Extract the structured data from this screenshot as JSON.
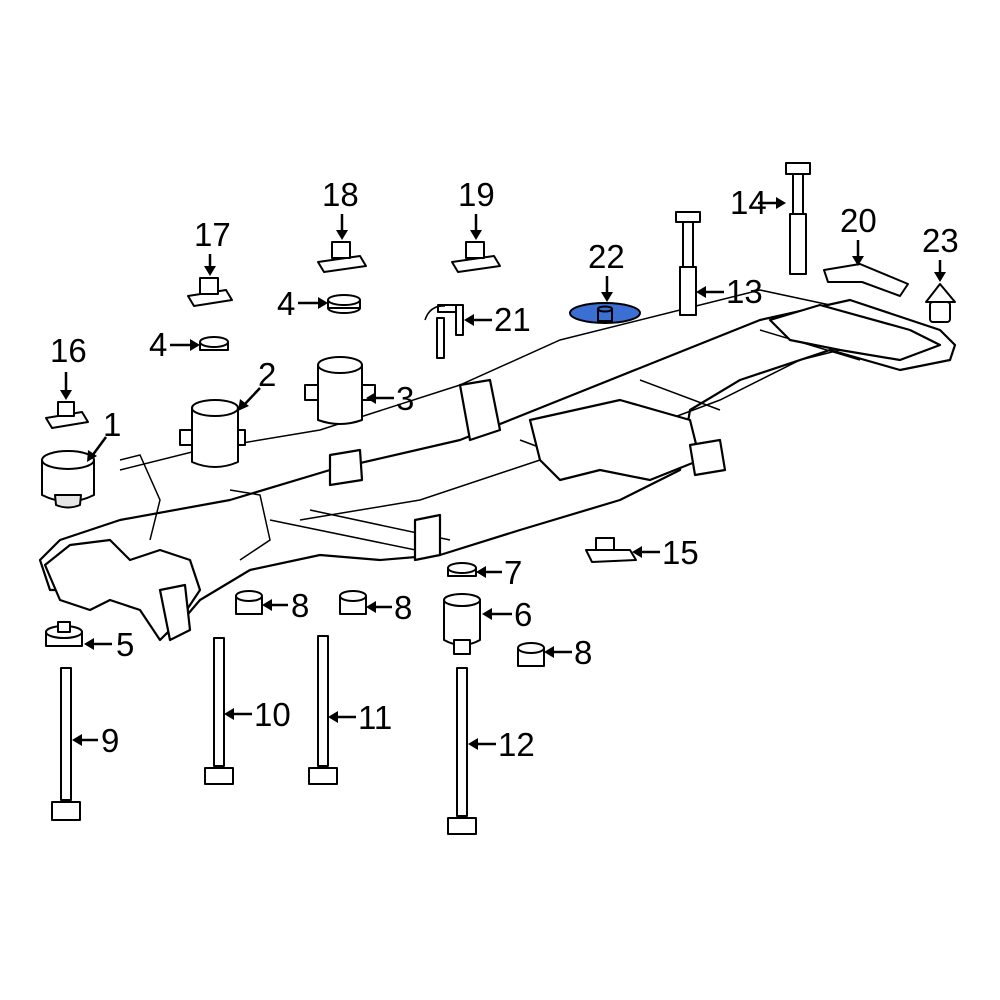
{
  "callouts": {
    "c1": "1",
    "c2": "2",
    "c3": "3",
    "c4a": "4",
    "c4b": "4",
    "c5": "5",
    "c6": "6",
    "c7": "7",
    "c8a": "8",
    "c8b": "8",
    "c8c": "8",
    "c9": "9",
    "c10": "10",
    "c11": "11",
    "c12": "12",
    "c13": "13",
    "c14": "14",
    "c15": "15",
    "c16": "16",
    "c17": "17",
    "c18": "18",
    "c19": "19",
    "c20": "20",
    "c21": "21",
    "c22": "22",
    "c23": "23"
  },
  "colors": {
    "highlight": "#3b6fd4",
    "line": "#000000",
    "background": "#ffffff"
  },
  "highlighted_part": "22"
}
